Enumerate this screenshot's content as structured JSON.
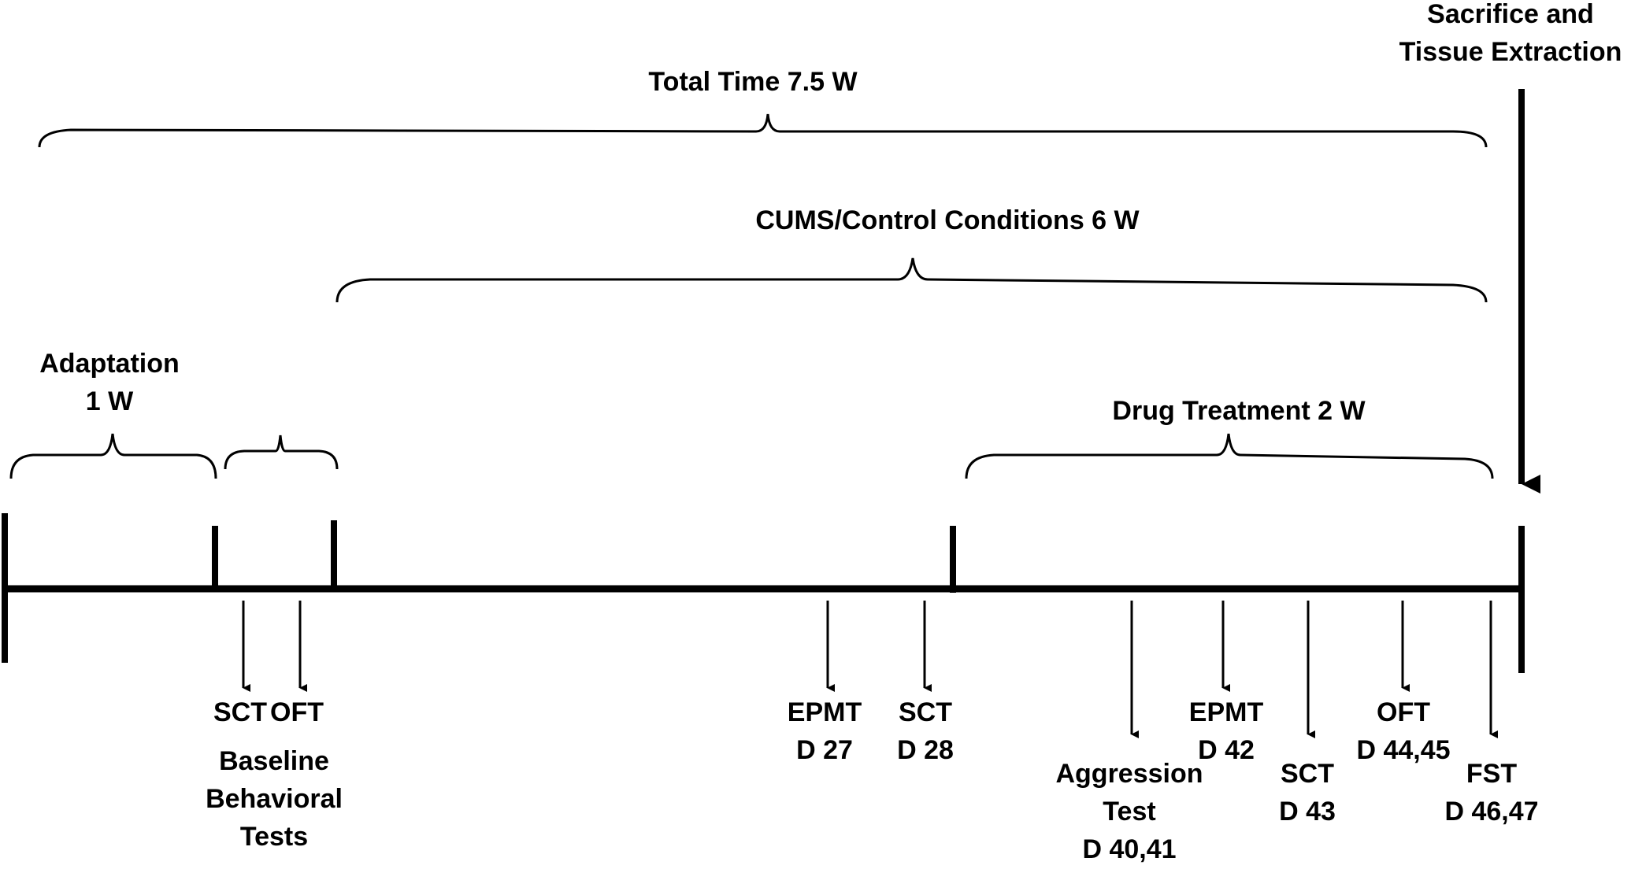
{
  "colors": {
    "line": "#000000",
    "background": "#ffffff",
    "text": "#000000"
  },
  "sacrifice": {
    "line1": "Sacrifice and",
    "line2": "Tissue Extraction"
  },
  "periods": {
    "total": "Total Time 7.5 W",
    "cums": "CUMS/Control Conditions 6 W",
    "adaptation": {
      "line1": "Adaptation",
      "line2": "1 W"
    },
    "drug": "Drug Treatment 2 W"
  },
  "baseline": {
    "sct": "SCT",
    "oft": "OFT",
    "line1": "Baseline",
    "line2": "Behavioral",
    "line3": "Tests"
  },
  "tests": {
    "epmt1": {
      "name": "EPMT",
      "day": "D 27"
    },
    "sct1": {
      "name": "SCT",
      "day": "D 28"
    },
    "aggression": {
      "line1": "Aggression",
      "line2": "Test",
      "day": "D 40,41"
    },
    "epmt2": {
      "name": "EPMT",
      "day": "D 42"
    },
    "sct2": {
      "name": "SCT",
      "day": "D 43"
    },
    "oft2": {
      "name": "OFT",
      "day": "D 44,45"
    },
    "fst": {
      "name": "FST",
      "day": "D 46,47"
    }
  }
}
